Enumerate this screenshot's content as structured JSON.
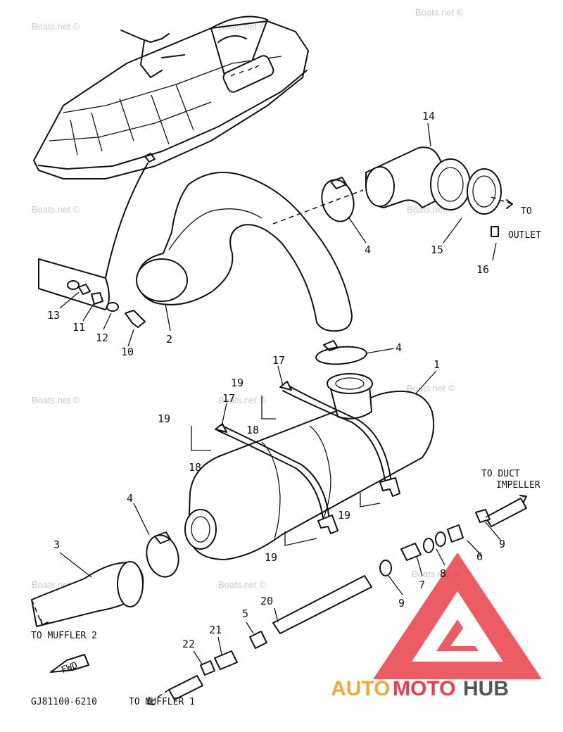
{
  "watermark_text": "Boats.net ©",
  "parts": {
    "p1": "1",
    "p2": "2",
    "p3": "3",
    "p4a": "4",
    "p4b": "4",
    "p4c": "4",
    "p5": "5",
    "p6": "6",
    "p7": "7",
    "p8": "8",
    "p9a": "9",
    "p9b": "9",
    "p10": "10",
    "p11": "11",
    "p12": "12",
    "p13": "13",
    "p14": "14",
    "p15": "15",
    "p16": "16",
    "p17a": "17",
    "p17b": "17",
    "p18a": "18",
    "p18b": "18",
    "p19a": "19",
    "p19b": "19",
    "p19c": "19",
    "p19d": "19",
    "p20": "20",
    "p21": "21",
    "p22": "22"
  },
  "annotations": {
    "to_outlet_1": "TO",
    "to_outlet_2": "OUTLET",
    "to_duct_1": "TO DUCT",
    "to_duct_2": "IMPELLER",
    "to_muffler_2": "TO MUFFLER 2",
    "to_muffler_1": "TO MUFFLER 1",
    "fwd": "FWD",
    "part_code": "GJ81100-6210"
  },
  "logo": {
    "part1": "AUTO",
    "part2": "MOTO",
    "part3": "HUB",
    "color_orange": "#f2a93b",
    "color_red": "#e8404a",
    "color_gray": "#555555"
  }
}
